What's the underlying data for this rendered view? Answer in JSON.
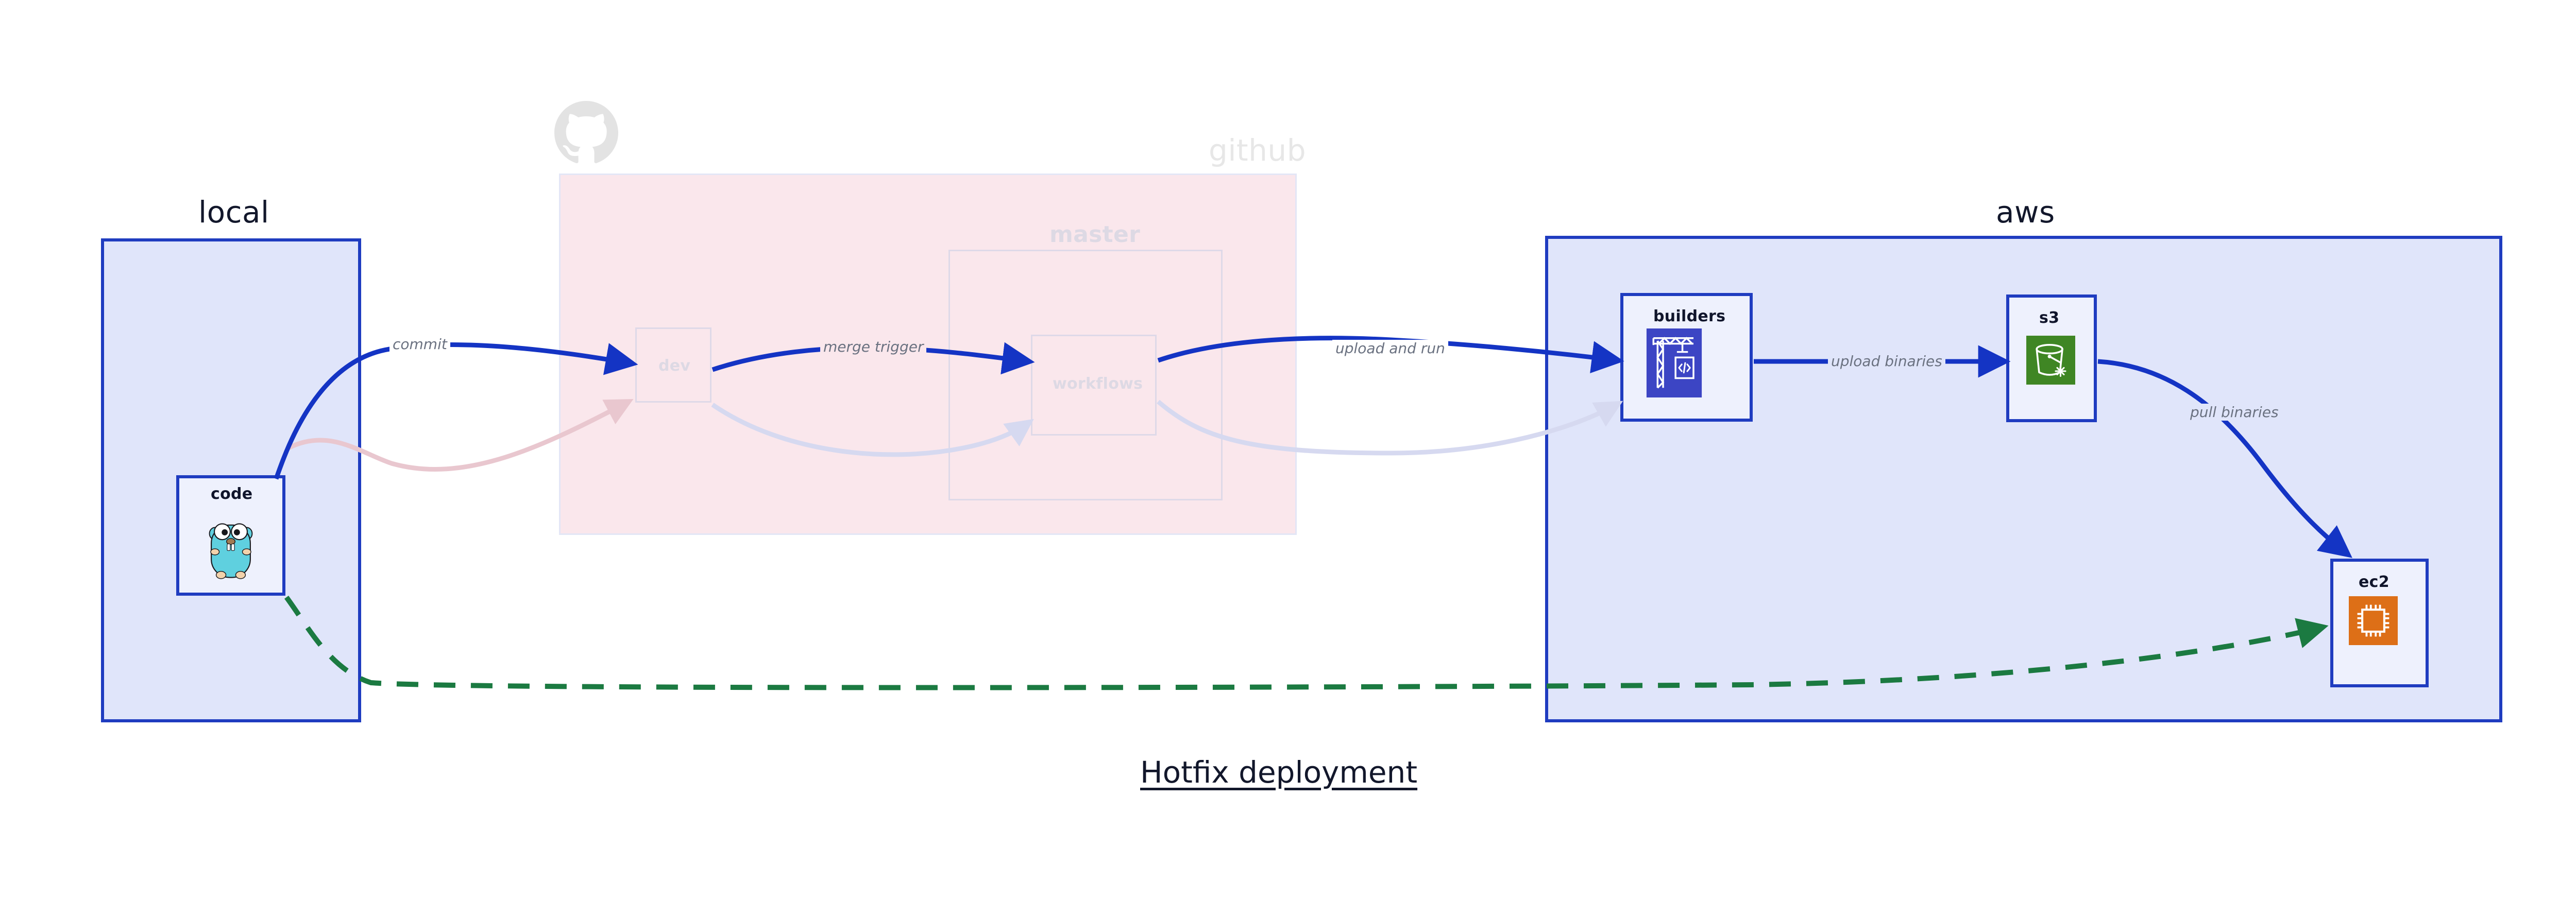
{
  "title": "Hotfix deployment",
  "colors": {
    "container_border": "#1f3cc0",
    "container_fill": "#e0e5fa",
    "github_fill": "#fae7ec",
    "node_fill": "#eef1fd",
    "arrow_blue": "#1434c4",
    "arrow_green": "#1b7a41",
    "ghost_pink": "#e9c7cf",
    "ghost_lavender": "#d6d9f0",
    "label_gray": "#6a7180",
    "faded_gray": "#e7e7e7",
    "builders_icon": "#3c45c4",
    "s3_icon": "#3f8624",
    "ec2_icon": "#dd6f17",
    "gopher_body": "#5fd0df"
  },
  "groups": [
    {
      "id": "local",
      "label": "local",
      "faded": false
    },
    {
      "id": "github",
      "label": "github",
      "faded": true
    },
    {
      "id": "aws",
      "label": "aws",
      "faded": false
    }
  ],
  "nodes": [
    {
      "id": "code",
      "label": "code",
      "icon": "go-gopher-icon",
      "ghost": false
    },
    {
      "id": "dev",
      "label": "dev",
      "icon": "none",
      "ghost": true
    },
    {
      "id": "master",
      "label": "master",
      "icon": "none",
      "ghost": true
    },
    {
      "id": "workflows",
      "label": "workflows",
      "icon": "none",
      "ghost": true
    },
    {
      "id": "builders",
      "label": "builders",
      "icon": "crane-code-icon",
      "ghost": false
    },
    {
      "id": "s3",
      "label": "s3",
      "icon": "bucket-icon",
      "ghost": false
    },
    {
      "id": "ec2",
      "label": "ec2",
      "icon": "cpu-chip-icon",
      "ghost": false
    }
  ],
  "edges": [
    {
      "id": "commit",
      "label": "commit",
      "from": "code",
      "to": "dev",
      "style": "solid-blue",
      "ghost": false
    },
    {
      "id": "merge-trigger",
      "label": "merge trigger",
      "from": "dev",
      "to": "workflows",
      "style": "solid-blue",
      "ghost": false
    },
    {
      "id": "upload-and-run",
      "label": "upload and run",
      "from": "workflows",
      "to": "builders",
      "style": "solid-blue",
      "ghost": false
    },
    {
      "id": "upload-binaries",
      "label": "upload binaries",
      "from": "builders",
      "to": "s3",
      "style": "solid-blue",
      "ghost": false
    },
    {
      "id": "pull-binaries",
      "label": "pull binaries",
      "from": "s3",
      "to": "ec2",
      "style": "solid-blue",
      "ghost": false
    },
    {
      "id": "hotfix-direct",
      "label": "",
      "from": "code",
      "to": "ec2",
      "style": "dashed-green",
      "ghost": false
    },
    {
      "id": "ghost-return-1",
      "label": "",
      "from": "dev",
      "to": "workflows",
      "style": "ghost-lavender",
      "ghost": true
    },
    {
      "id": "ghost-return-2",
      "label": "",
      "from": "workflows",
      "to": "builders",
      "style": "ghost-lavender",
      "ghost": true
    },
    {
      "id": "ghost-return-3",
      "label": "",
      "from": "code",
      "to": "dev",
      "style": "ghost-pink",
      "ghost": true
    }
  ]
}
